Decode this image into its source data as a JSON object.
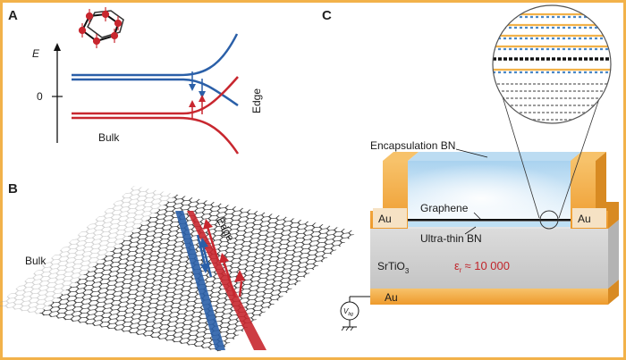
{
  "figure": {
    "panel_a": {
      "letter": "A",
      "axis_label": "E",
      "zero_label": "0",
      "bulk_label": "Bulk",
      "edge_label": "Edge"
    },
    "panel_b": {
      "letter": "B",
      "bulk_label": "Bulk",
      "edge_label": "Edge"
    },
    "panel_c": {
      "letter": "C",
      "encapsulation_label": "Encapsulation BN",
      "graphene_label": "Graphene",
      "ultrathin_label": "Ultra-thin BN",
      "au_left": "Au",
      "au_right": "Au",
      "au_bottom": "Au",
      "substrate_label": "SrTiO",
      "substrate_sub": "3",
      "epsilon_symbol": "ε",
      "epsilon_sub": "r",
      "epsilon_value": "≈ 10 000",
      "voltage_label": "V",
      "voltage_sub": "bg"
    },
    "colors": {
      "frame": "#f2b24a",
      "spin_up": "#c8272f",
      "spin_down": "#2a5fa8",
      "gold": "#f0a83a",
      "bn": "#c9e3f3",
      "substrate": "#d3d3d3"
    }
  }
}
